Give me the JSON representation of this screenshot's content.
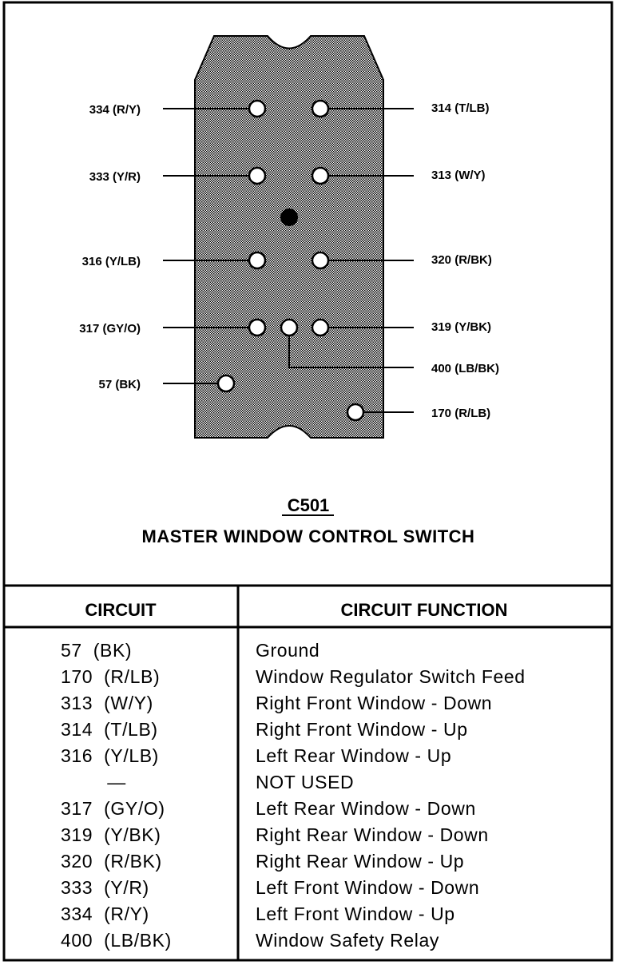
{
  "connector": {
    "code": "C501",
    "name": "MASTER WINDOW CONTROL SWITCH",
    "pins_left": [
      {
        "label": "334 (R/Y)"
      },
      {
        "label": "333 (Y/R)"
      },
      {
        "label": "316 (Y/LB)"
      },
      {
        "label": "317 (GY/O)"
      },
      {
        "label": "57 (BK)"
      }
    ],
    "pins_right": [
      {
        "label": "314 (T/LB)"
      },
      {
        "label": "313 (W/Y)"
      },
      {
        "label": "320 (R/BK)"
      },
      {
        "label": "319 (Y/BK)"
      },
      {
        "label": "400 (LB/BK)"
      },
      {
        "label": "170 (R/LB)"
      }
    ]
  },
  "table": {
    "headers": {
      "circuit": "CIRCUIT",
      "function": "CIRCUIT FUNCTION"
    },
    "rows": [
      {
        "circuit": "57  (BK)",
        "function": "Ground"
      },
      {
        "circuit": "170  (R/LB)",
        "function": "Window Regulator Switch Feed"
      },
      {
        "circuit": "313  (W/Y)",
        "function": "Right Front Window - Down"
      },
      {
        "circuit": "314  (T/LB)",
        "function": "Right Front Window - Up"
      },
      {
        "circuit": "316  (Y/LB)",
        "function": "Left Rear Window - Up"
      },
      {
        "circuit": "—",
        "function": "NOT USED"
      },
      {
        "circuit": "317  (GY/O)",
        "function": "Left Rear Window - Down"
      },
      {
        "circuit": "319  (Y/BK)",
        "function": "Right Rear Window - Down"
      },
      {
        "circuit": "320  (R/BK)",
        "function": "Right Rear Window - Up"
      },
      {
        "circuit": "333  (Y/R)",
        "function": "Left Front Window - Down"
      },
      {
        "circuit": "334  (R/Y)",
        "function": "Left Front Window - Up"
      },
      {
        "circuit": "400  (LB/BK)",
        "function": "Window Safety Relay"
      }
    ]
  }
}
